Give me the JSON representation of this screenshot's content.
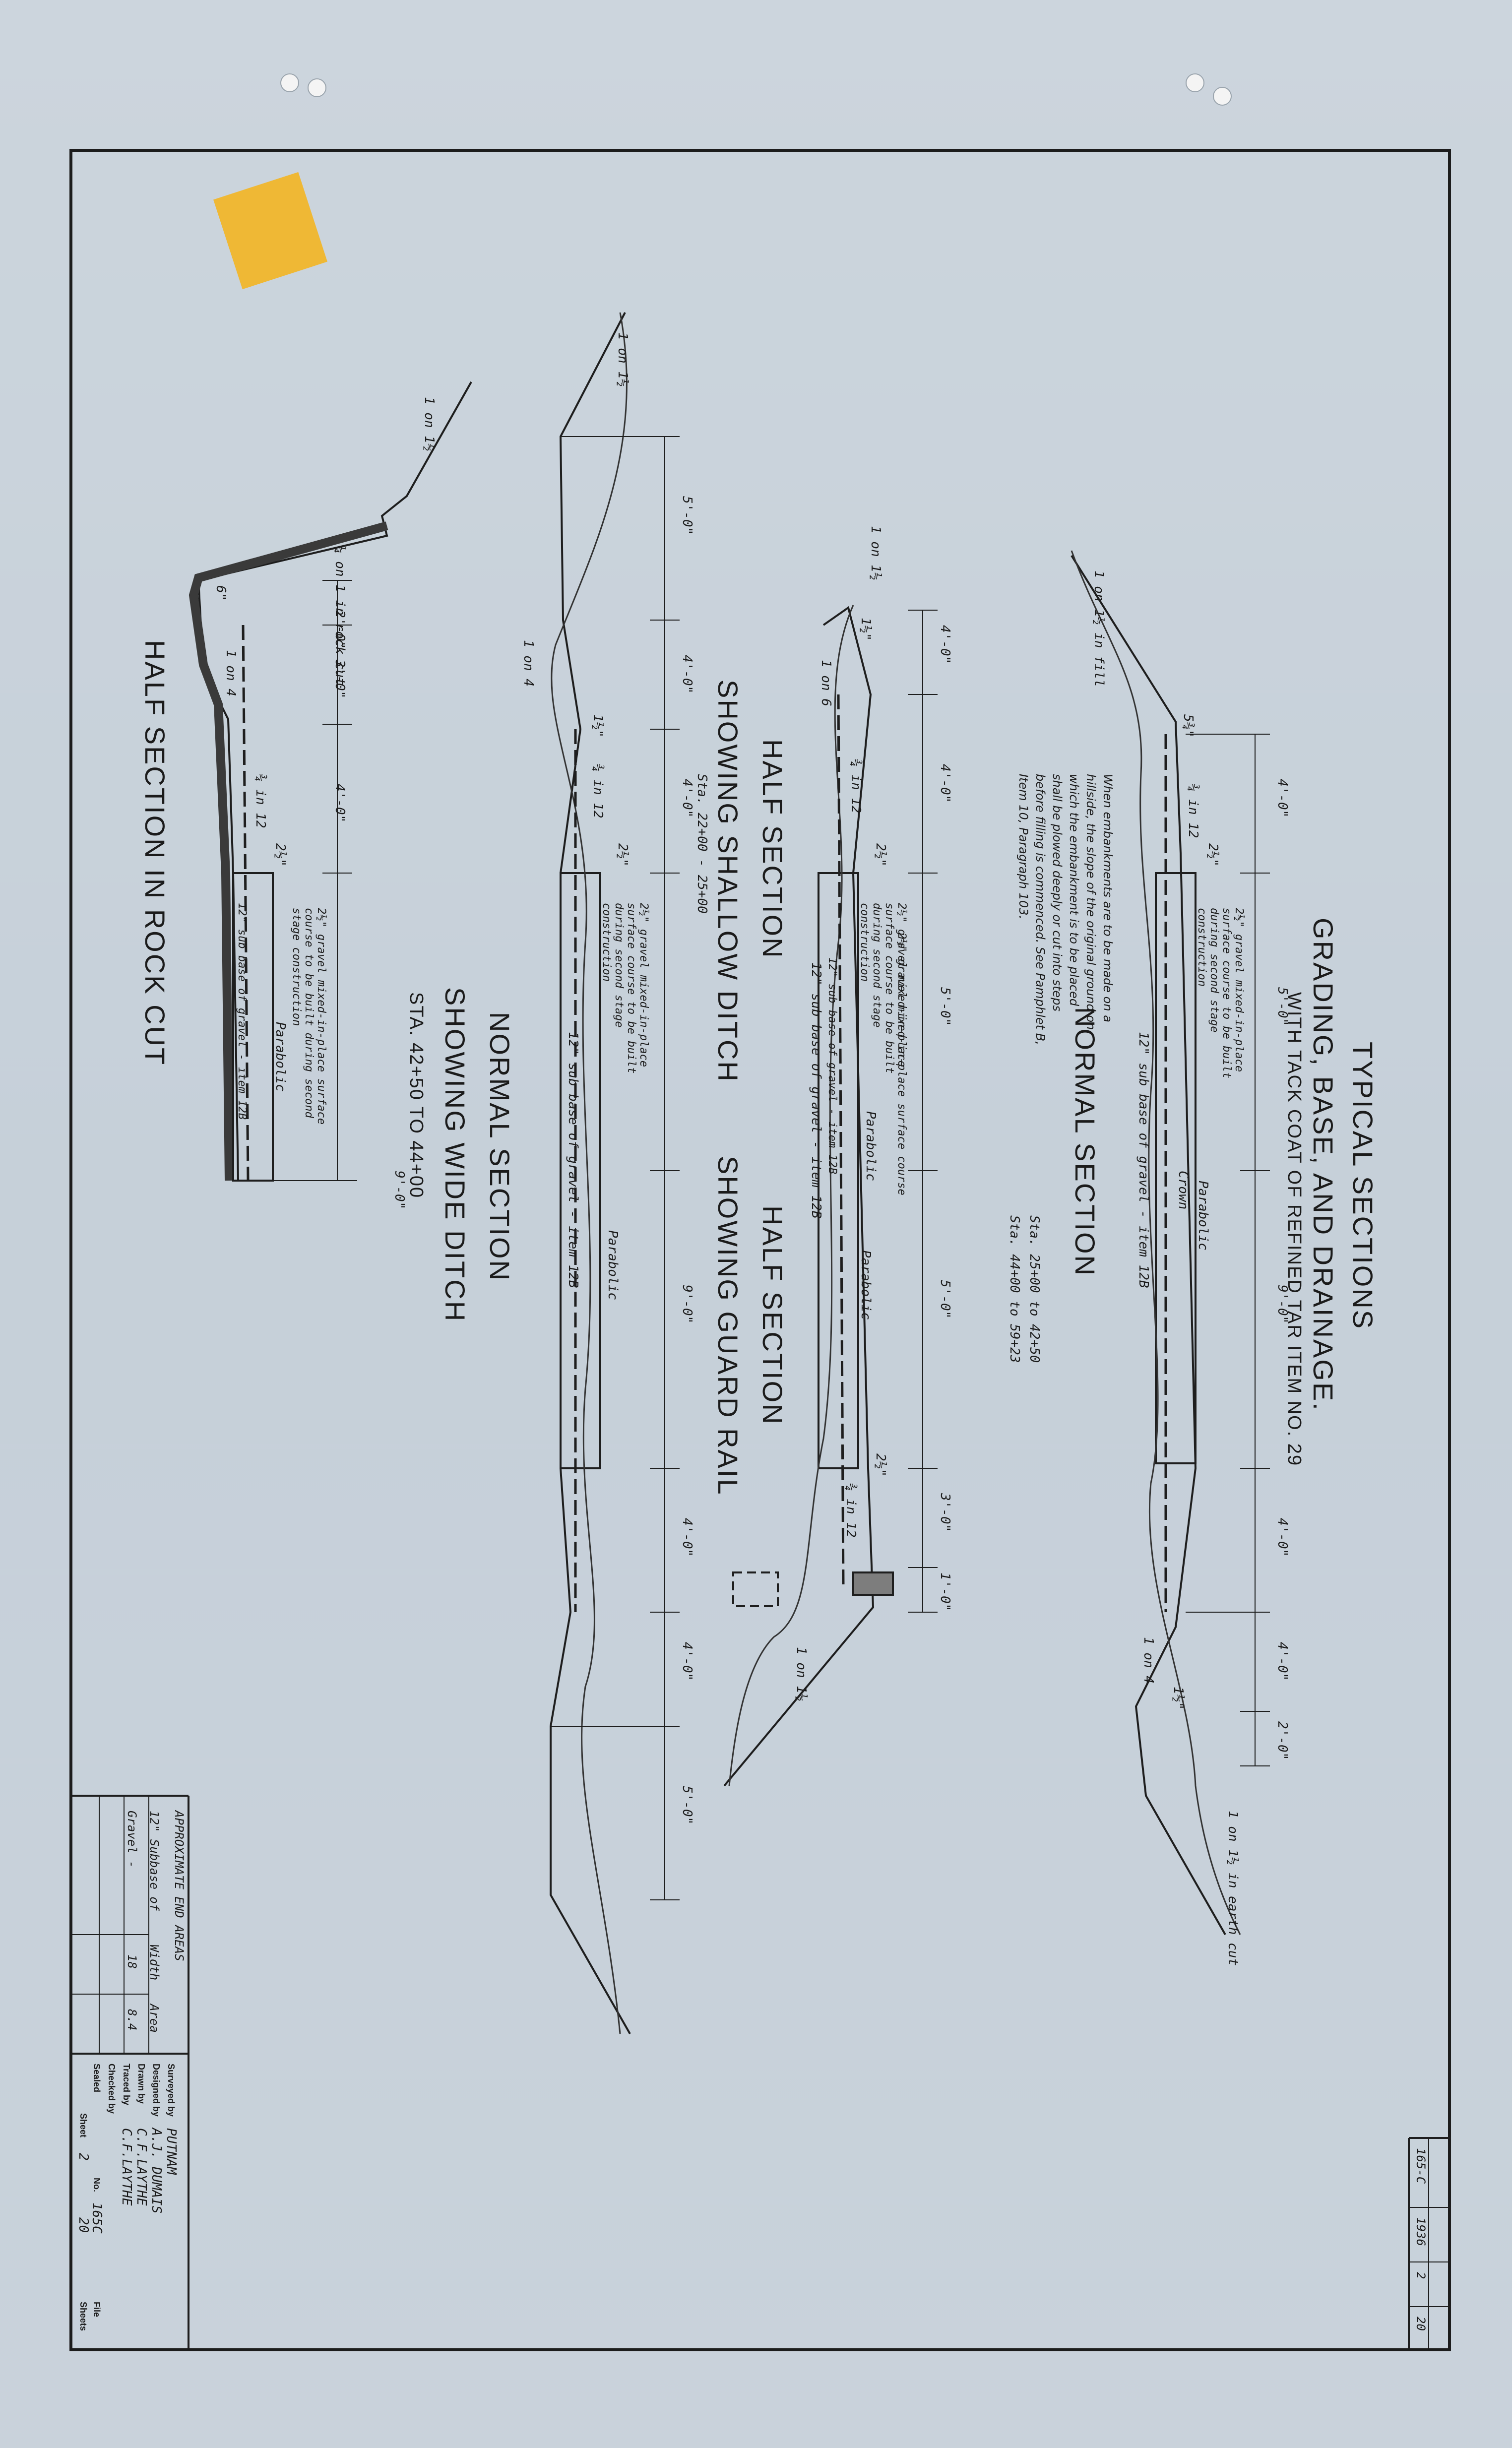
{
  "drawing": {
    "title": {
      "line1": "TYPICAL SECTIONS",
      "line2": "GRADING, BASE, AND DRAINAGE.",
      "line3": "WITH TACK COAT OF REFINED TAR  ITEM NO. 29"
    },
    "sections": [
      {
        "title": "NORMAL SECTION",
        "stations": [
          "Sta. 25+00 to 42+50",
          "Sta. 44+00 to 59+23"
        ],
        "note": "When embankments are to be made on a\nhillside, the slope of the original ground on\nwhich the embankment is to be placed\nshall be plowed deeply or cut into steps\nbefore filling is commenced. See Pamphlet B,\nItem 10, Paragraph 103.",
        "dims": [
          "4'-0\"",
          "5'-0\"",
          "9'-0\"",
          "4'-0\"",
          "4'-0\"",
          "2'-0\""
        ],
        "labels": [
          "1 on 1½ in fill",
          "1 on 1½ in earth cut",
          "1 on 4",
          "¾ in 12",
          "2½\"",
          "5¾\"",
          "1½\"",
          "12\" sub base of gravel - item 12B",
          "2½\" gravel mixed-in-place surface course to be built during second stage construction",
          "Parabolic",
          "Crown"
        ]
      },
      {
        "title": "HALF SECTION",
        "subtitle": "SHOWING GUARD RAIL",
        "dims": [
          "5'-0\"",
          "3'-0\"",
          "1'-0\""
        ],
        "labels": [
          "1 on 1½",
          "¾ in 12",
          "2½\"",
          "12\" sub base of gravel - item 12B",
          "2½\" gravel mixed-in-place surface course to be built during second stage construction",
          "Parabolic"
        ]
      },
      {
        "title": "HALF SECTION",
        "subtitle": "SHOWING SHALLOW DITCH",
        "station": "Sta. 22+00 - 25+00",
        "dims": [
          "4'-0\"",
          "4'-0\"",
          "5'-0\""
        ],
        "labels": [
          "1 on 1½",
          "1 on 6",
          "¾ in 12",
          "2½\"",
          "1½\"",
          "12\" sub base of gravel - item 12B",
          "2½\" gravel mixed-in-place surface course",
          "Parabolic"
        ]
      },
      {
        "title": "NORMAL   SECTION",
        "subtitle": "SHOWING WIDE DITCH",
        "station": "STA. 42+50  TO  44+00",
        "dims": [
          "5'-0\"",
          "4'-0\"",
          "4'-0\"",
          "9'-0\"",
          "4'-0\"",
          "4'-0\"",
          "5'-0\""
        ],
        "labels": [
          "1 on 1½",
          "1 on 4",
          "¾ in 12",
          "2½\"",
          "1½\"",
          "12\" sub base of gravel - item 12B",
          "2½\" gravel mixed-in-place surface course to be built during second stage construction",
          "Parabolic"
        ]
      },
      {
        "title": "HALF SECTION IN ROCK CUT",
        "dims": [
          "2'-0\"",
          "3'-0\"",
          "4'-0\"",
          "9'-0\""
        ],
        "labels": [
          "¼ on 1 in rock cut",
          "1 on 1½",
          "1 on 4",
          "¾ in 12",
          "2½\"",
          "6\"",
          "12\" sub base of gravel - item 12B",
          "2½\" gravel mixed-in-place surface course to be built during second stage construction",
          "Parabolic"
        ]
      }
    ],
    "approx_table": {
      "title": "APPROXIMATE END AREAS",
      "headers": [
        "12\" Subbase of",
        "Width",
        "Area"
      ],
      "row": [
        "Gravel -",
        "18",
        "8.4"
      ]
    },
    "title_block": {
      "surveyed_label": "Surveyed by",
      "surveyed": "PUTNAM",
      "designed_label": "Designed by",
      "designed": "A.J. DUMAIS",
      "drawn_label": "Drawn by",
      "drawn": "C.F.LAYTHE",
      "traced_label": "Traced by",
      "traced": "C.F.LAYTHE",
      "checked_label": "Checked by",
      "sealed_label": "Sealed",
      "file_no_label": "No.",
      "file_no": "165C",
      "file_label": "File",
      "sheet_label": "Sheet",
      "sheet": "2",
      "sheets_total": "20",
      "sheets_label": "Sheets"
    },
    "sheet_box": {
      "project": "165-C",
      "year": "1936",
      "sheet": "2",
      "total": "20"
    }
  }
}
